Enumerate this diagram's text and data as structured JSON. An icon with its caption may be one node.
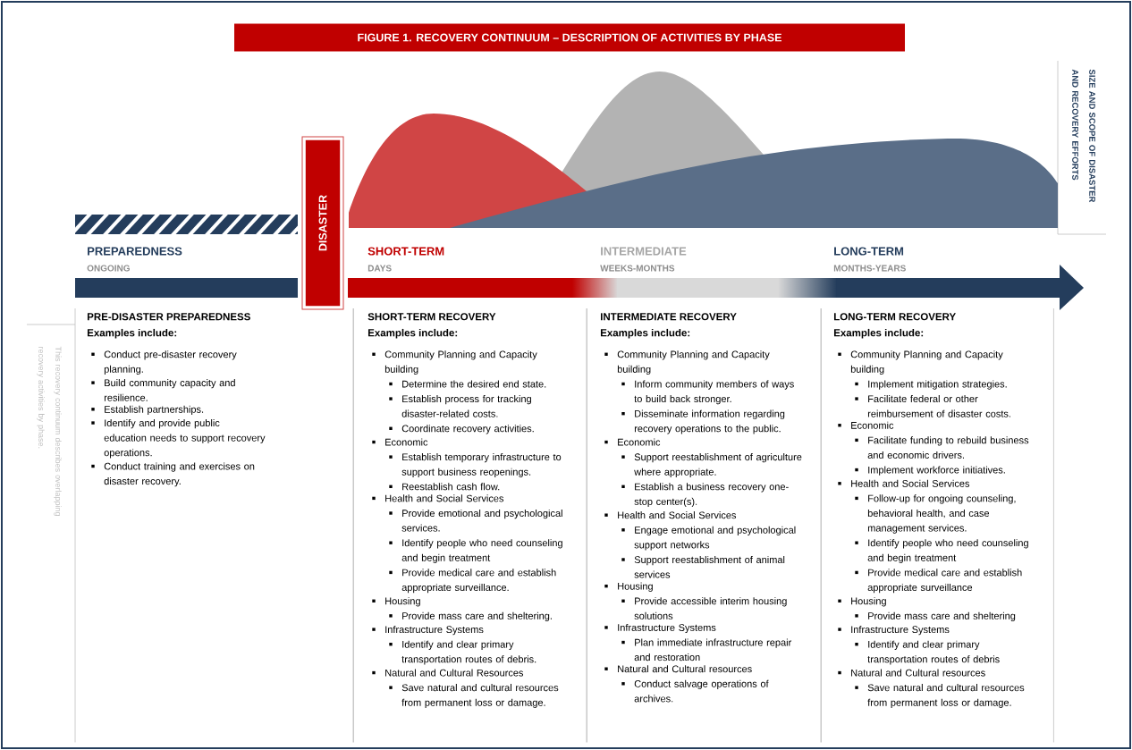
{
  "diagram": {
    "title": "FIGURE 1. RECOVERY CONTINUUM – DESCRIPTION OF ACTIVITIES BY PHASE",
    "nodes": [
      {
        "text": [
          "DISASTER"
        ]
      },
      {
        "text": [
          "PRE-DISASTER PREPAREDNESS",
          "Examples include:"
        ]
      },
      {
        "text": [
          "Conduct pre-disaster recovery planning."
        ],
        "in": 1
      },
      {
        "text": [
          "Build community capacity and resilience."
        ],
        "in": 1
      },
      {
        "text": [
          "Establish partnerships."
        ],
        "in": 1
      },
      {
        "text": [
          "Identify and provide public education needs to support recovery operations."
        ],
        "in": 1
      },
      {
        "text": [
          "Conduct training and exercises on disaster recovery."
        ],
        "in": 1
      },
      {
        "text": [
          "SHORT-TERM RECOVERY",
          "Examples include:"
        ]
      },
      {
        "text": [
          "Community Planning and Capacity building",
          "Determine the desired end state.",
          "Establish process for tracking disaster-related costs.",
          "Coordinate recovery activities."
        ],
        "in": 7
      },
      {
        "text": [
          "Economic",
          "Establish temporary infrastructure to support business reopenings.",
          "Reestablish cash flow."
        ],
        "in": 7
      },
      {
        "text": [
          "Health and Social Services",
          "Provide emotional and psychological services.",
          "Identify people who need counseling and begin treatment",
          "Provide medical care and establish appropriate surveillance."
        ],
        "in": 7
      },
      {
        "text": [
          "Housing",
          "Provide mass care and sheltering."
        ],
        "in": 7
      },
      {
        "text": [
          "Infrastructure Systems",
          "Identify and clear primary transportation routes of debris."
        ],
        "in": 7
      },
      {
        "text": [
          "Natural and Cultural Resources",
          "Save natural and cultural resources from permanent loss or damage."
        ],
        "in": 7
      },
      {
        "text": [
          "INTERMEDIATE RECOVERY",
          "Examples include:"
        ]
      },
      {
        "text": [
          "Community Planning and Capacity building",
          "Inform community members of ways to build back stronger.",
          "Disseminate information regarding recovery operations to the public."
        ],
        "in": 14
      },
      {
        "text": [
          "Economic",
          "Support reestablishment of agriculture where appropriate.",
          "Establish a business recovery one-stop center(s)."
        ],
        "in": 14
      },
      {
        "text": [
          "Health and Social Services",
          "Engage emotional and psychological support networks",
          "Support reestablishment of animal services"
        ],
        "in": 14
      },
      {
        "text": [
          "Housing",
          "Provide accessible interim housing solutions"
        ],
        "in": 14
      },
      {
        "text": [
          "Infrastructure Systems",
          "Plan immediate infrastructure repair and restoration"
        ],
        "in": 14
      },
      {
        "text": [
          "Natural and Cultural resources",
          "Conduct salvage operations of archives."
        ],
        "in": 14
      },
      {
        "text": [
          "LONG-TERM RECOVERY",
          "Examples include:"
        ]
      },
      {
        "text": [
          "Community Planning and Capacity building",
          "Implement mitigation strategies.",
          "Facilitate federal or other reimbursement of disaster costs."
        ],
        "in": 21
      },
      {
        "text": [
          "Economic",
          "Facilitate funding to rebuild business and economic drivers.",
          "Implement workforce initiatives."
        ],
        "in": 21
      },
      {
        "text": [
          "Health and Social Services",
          "Follow-up for ongoing counseling, behavioral health, and case management services.",
          "Identify people who need counseling and begin treatment",
          "Provide medical care and establish appropriate surveillance"
        ],
        "in": 21
      },
      {
        "text": [
          "Housing",
          "Provide mass care and sheltering"
        ],
        "in": 21
      },
      {
        "text": [
          "Infrastructure Systems",
          "Identify and clear primary transportation routes of debris"
        ],
        "in": 21
      },
      {
        "text": [
          "Natural and Cultural resources",
          "Save natural and cultural resources from permanent loss or damage."
        ],
        "in": 21
      }
    ],
    "labels": [
      "PREPAREDNESS",
      "ONGOING",
      "SHORT-TERM",
      "DAYS",
      "INTERMEDIATE",
      "WEEKS-MONTHS",
      "LONG-TERM",
      "MONTHS-YEARS",
      "SIZE AND SCOPE OF DISASTER AND RECOVERY EFFORTS",
      "This recovery continuum describes overlapping recovery activities by phase."
    ]
  }
}
